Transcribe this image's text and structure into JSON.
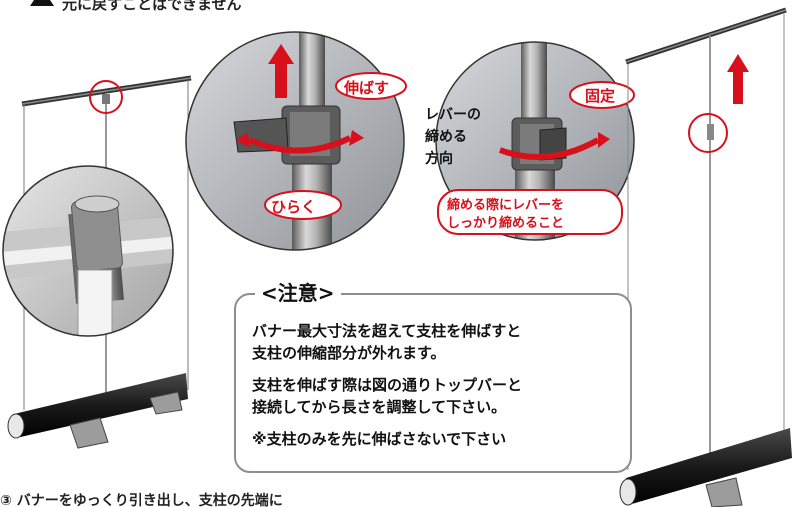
{
  "top_caption": "元に戻すことはできません",
  "labels": {
    "extend": "伸ばす",
    "loosen": "ひらく",
    "fix": "固定",
    "lever_line1": "レバーの",
    "lever_line2": "締める",
    "lever_line3": "方向",
    "tighten_line1": "締める際にレバーを",
    "tighten_line2": "しっかり締めること"
  },
  "note": {
    "title": "<注意>",
    "line1": "バナー最大寸法を超えて支柱を伸ばすと",
    "line2": "支柱の伸縮部分が外れます。",
    "line3": "支柱を伸ばす際は図の通りトップバーと",
    "line4": "接続してから長さを調整して下さい。",
    "line5": "※支柱のみを先に伸ばさないで下さい"
  },
  "bottom_caption": "③ バナーをゆっくり引き出し、支柱の先端に",
  "colors": {
    "accent_red": "#d7101c",
    "pole_gray": "#9a9a9a",
    "base_dark": "#1c1c1c"
  }
}
